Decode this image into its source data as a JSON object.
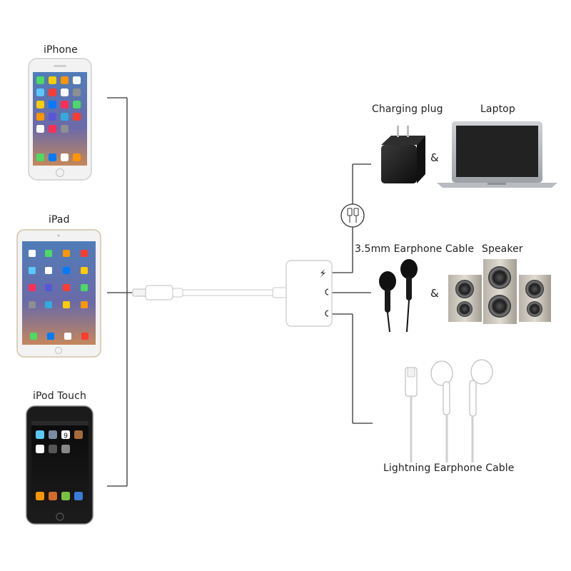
{
  "devices": {
    "iphone": {
      "label": "iPhone",
      "carrier": "",
      "clock": ""
    },
    "ipad": {
      "label": "iPad"
    },
    "ipod": {
      "label": "iPod Touch",
      "calendar_day": "9"
    }
  },
  "outputs": {
    "charging_plug": "Charging plug",
    "laptop": "Laptop",
    "earphone_35": "3.5mm Earphone Cable",
    "speaker": "Speaker",
    "lightning_earphone": "Lightning Earphone Cable",
    "ampersand_1": "&",
    "ampersand_2": "&"
  },
  "colors": {
    "line": "#333333",
    "device_white": "#f4f4f4",
    "device_black": "#1b1b1b",
    "screen_bg": "#3a5a8c",
    "adapter": "#ffffff"
  },
  "icons": [
    "charging-bolt-icon",
    "headphone-jack-icon",
    "lightning-port-icon"
  ]
}
